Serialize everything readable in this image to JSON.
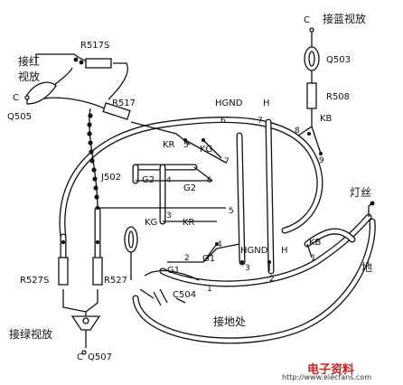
{
  "labels": {
    "c_top": "C",
    "blue_out": "接蓝视放",
    "q503": "Q503",
    "r508": "R508",
    "kb_top": "KB",
    "pin9": "9",
    "pin8": "8",
    "r517s": "R517S",
    "red_out_1": "接红",
    "red_out_2": "视放",
    "c_left": "C",
    "q505": "Q505",
    "r517": "R517",
    "hgnd_top": "HGND",
    "h_top": "H",
    "pin6": "6",
    "pin7a": "7",
    "kr_mid": "KR",
    "pin5a": "5",
    "kg_mid": "KG",
    "pin7b": "7",
    "j502": "J502",
    "g2a": "G2",
    "pin4a": "4",
    "g2b": "G2",
    "pin6b": "6",
    "filament": "灯丝",
    "kg_low": "KG",
    "pin3a": "3",
    "kr_low": "KR",
    "pin5b": "5",
    "pin4b": "4",
    "hgnd_low": "HGND",
    "h_low": "H",
    "kb_low": "KB",
    "r527": "R527",
    "g1a": "G1",
    "pin2a": "2",
    "g1b": "G1",
    "pin3b": "3",
    "pin2b": "2",
    "pin1a": "1",
    "pin1b": "1",
    "ground": "地",
    "r527s": "R527S",
    "c504": "C504",
    "ground_point": "接地处",
    "green_out": "接绿视放",
    "c_bottom": "C",
    "q507": "Q507"
  },
  "watermark": {
    "text": "电子资料",
    "url": "http://www.elecfans.com"
  }
}
